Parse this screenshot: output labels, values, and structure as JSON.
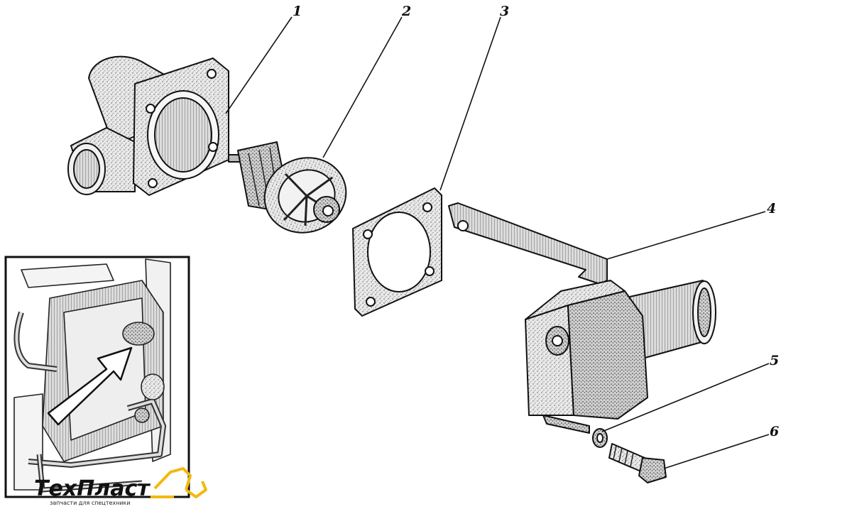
{
  "callouts": [
    {
      "label": "1"
    },
    {
      "label": "2"
    },
    {
      "label": "3"
    },
    {
      "label": "4"
    },
    {
      "label": "5"
    },
    {
      "label": "6"
    }
  ],
  "logo": {
    "title": "ТехПласт",
    "subtitle": "запчасти для спецтехники",
    "accent_color": "#f2b90f"
  },
  "colors": {
    "ink": "#111111",
    "metal_dark": "#6a6a6a",
    "metal_light": "#d9d9d9"
  }
}
